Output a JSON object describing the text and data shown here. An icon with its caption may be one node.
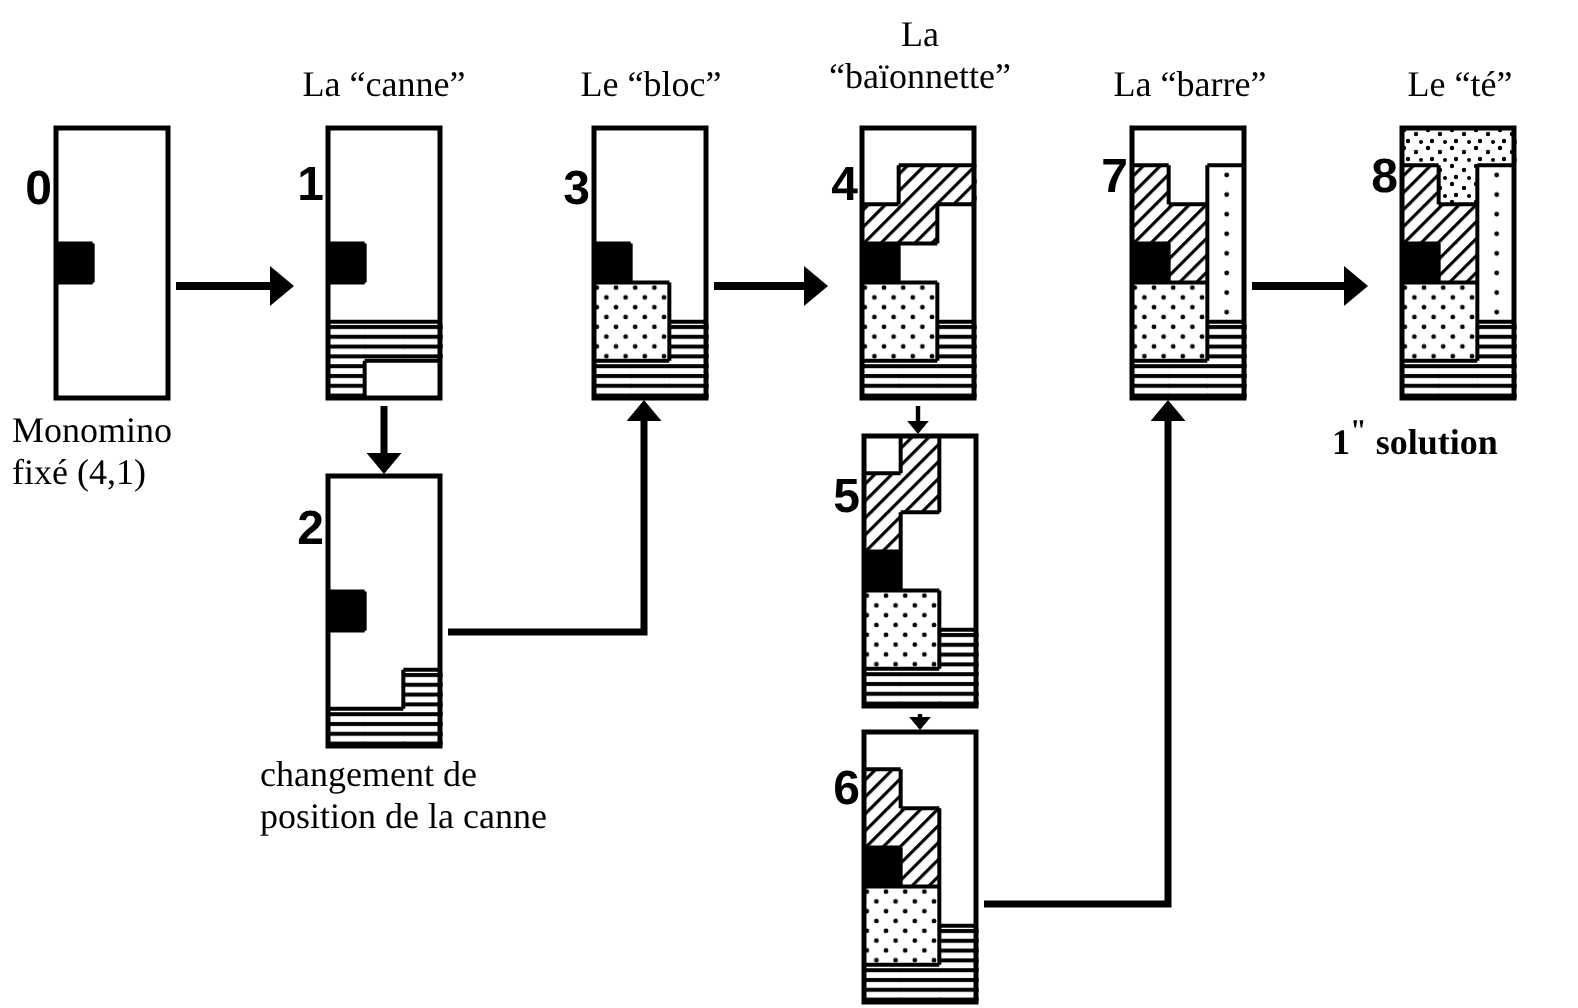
{
  "diagram": {
    "nodes": [
      {
        "text": [
          "0"
        ],
        "beside": [
          "Monomino fixé (4,1)"
        ]
      },
      {
        "text": [
          "1"
        ],
        "beside": [
          "La “canne”"
        ]
      },
      {
        "text": [
          "2"
        ],
        "beside": [
          "changement de position de la canne"
        ]
      },
      {
        "text": [
          "3"
        ],
        "beside": [
          "Le “bloc”"
        ]
      },
      {
        "text": [
          "4"
        ],
        "beside": [
          "La “baïonnette”"
        ]
      },
      {
        "text": [
          "5"
        ]
      },
      {
        "text": [
          "6"
        ]
      },
      {
        "text": [
          "7"
        ],
        "beside": [
          "La “barre”"
        ]
      },
      {
        "text": [
          "8"
        ],
        "beside": [
          "Le “té”",
          "1$^{\"}$ solution"
        ]
      }
    ],
    "edges": [
      {
        "from": 0,
        "to": 1,
        "arrow": "to"
      },
      {
        "from": 1,
        "to": 2,
        "arrow": "to"
      },
      {
        "from": 2,
        "to": 3,
        "arrow": "to"
      },
      {
        "from": 3,
        "to": 4,
        "arrow": "to"
      },
      {
        "from": 4,
        "to": 5,
        "arrow": "to"
      },
      {
        "from": 5,
        "to": 6,
        "arrow": "to"
      },
      {
        "from": 6,
        "to": 7,
        "arrow": "to"
      },
      {
        "from": 7,
        "to": 8,
        "arrow": "to"
      }
    ]
  }
}
